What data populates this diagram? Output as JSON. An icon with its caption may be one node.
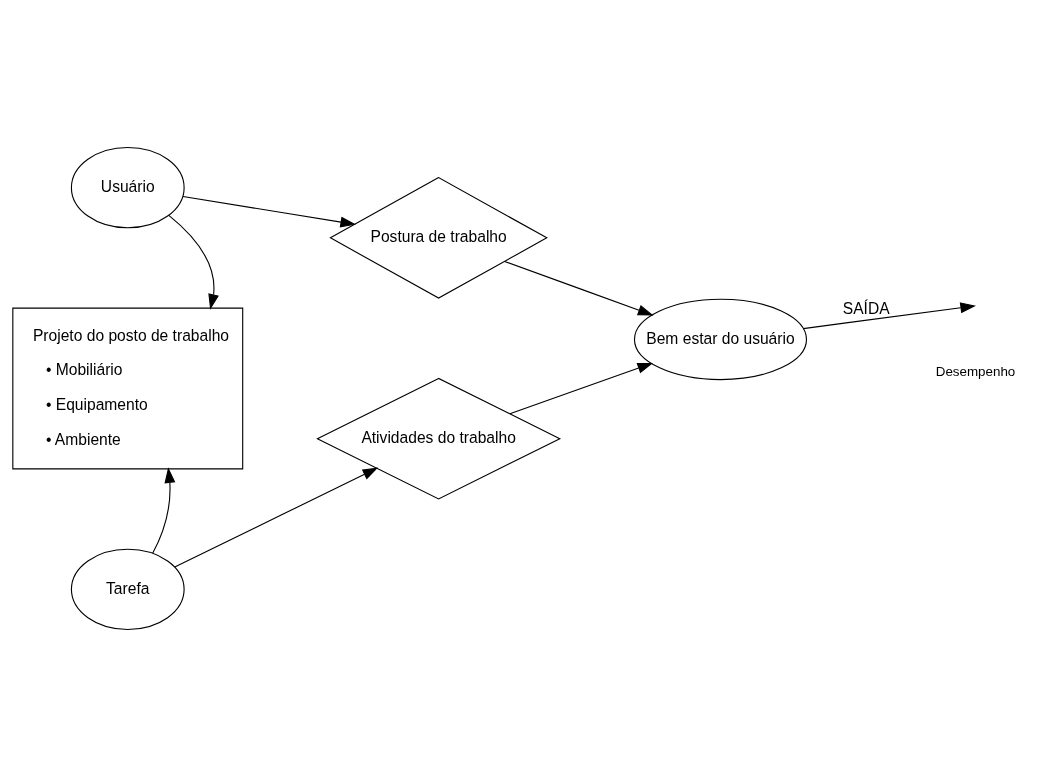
{
  "diagram": {
    "nodes": [
      {
        "text": [
          "Usuário"
        ]
      },
      {
        "text": [
          "Projeto do posto de trabalho",
          "• Mobiliário",
          "• Equipamento",
          "• Ambiente"
        ]
      },
      {
        "text": [
          "Postura de trabalho"
        ]
      },
      {
        "text": [
          "Atividades do trabalho"
        ]
      },
      {
        "text": [
          "Bem estar do usuário"
        ]
      },
      {
        "text": [
          "Tarefa"
        ]
      }
    ],
    "edges": [
      {
        "from": 0,
        "to": 1,
        "arrow": "to"
      },
      {
        "from": 0,
        "to": 2,
        "arrow": "to"
      },
      {
        "from": 5,
        "to": 1,
        "arrow": "to"
      },
      {
        "from": 5,
        "to": 3,
        "arrow": "to"
      },
      {
        "from": 2,
        "to": 4,
        "arrow": "to"
      },
      {
        "from": 3,
        "to": 4,
        "arrow": "to"
      },
      {
        "from": 4,
        "to": null,
        "arrow": "to",
        "label": "SAÍDA"
      }
    ],
    "labels": [
      "Desempenho"
    ]
  }
}
